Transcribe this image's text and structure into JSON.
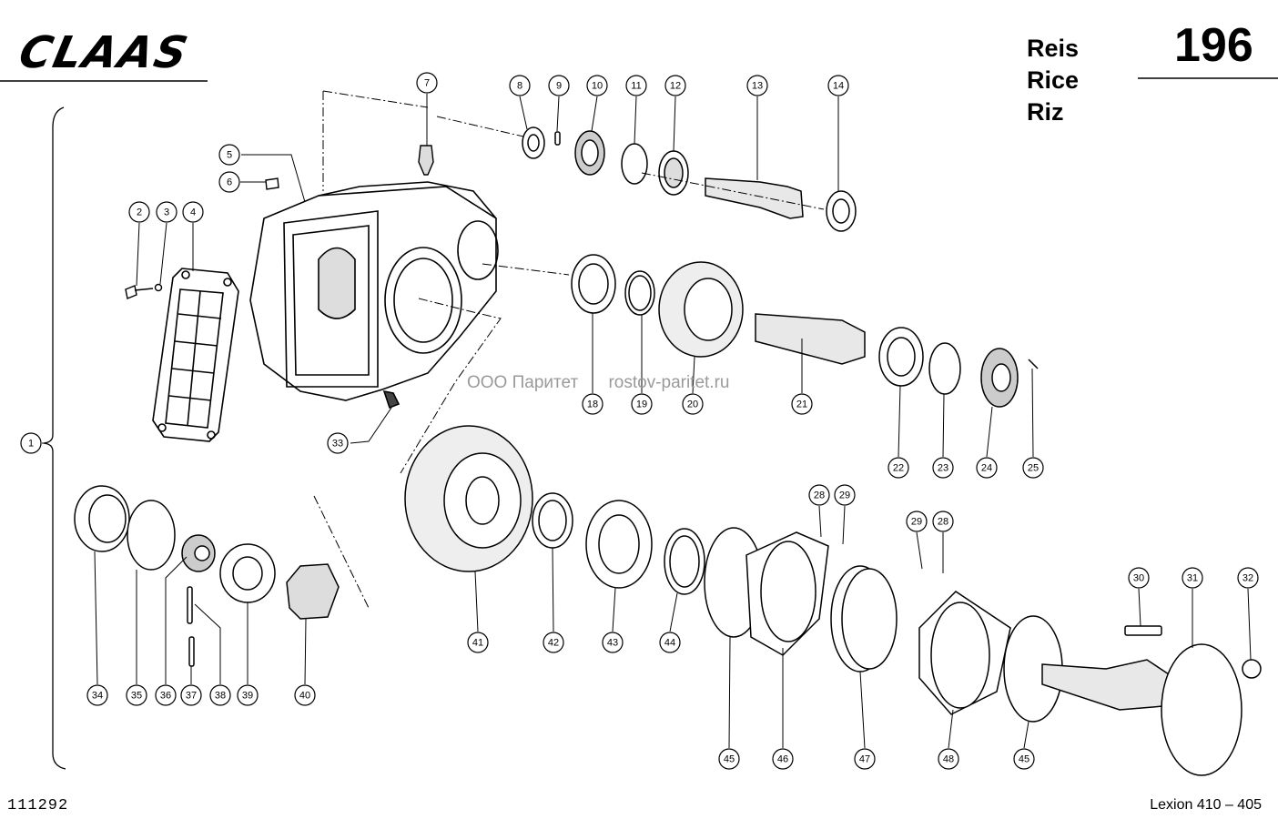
{
  "header": {
    "brand": "CLAAS",
    "titles": [
      "Reis",
      "Rice",
      "Riz"
    ],
    "page_number": "196"
  },
  "footer": {
    "document_number": "111292",
    "model": "Lexion 410 – 405"
  },
  "watermark": {
    "company": "ООО Паритет",
    "site": "rostov-paritet.ru"
  },
  "callouts": [
    "1",
    "2",
    "3",
    "4",
    "5",
    "6",
    "7",
    "8",
    "9",
    "10",
    "11",
    "12",
    "13",
    "14",
    "18",
    "19",
    "20",
    "21",
    "22",
    "23",
    "24",
    "25",
    "28",
    "28",
    "29",
    "29",
    "30",
    "31",
    "32",
    "33",
    "34",
    "35",
    "36",
    "37",
    "38",
    "39",
    "40",
    "41",
    "42",
    "43",
    "44",
    "45",
    "45",
    "46",
    "47",
    "48"
  ]
}
